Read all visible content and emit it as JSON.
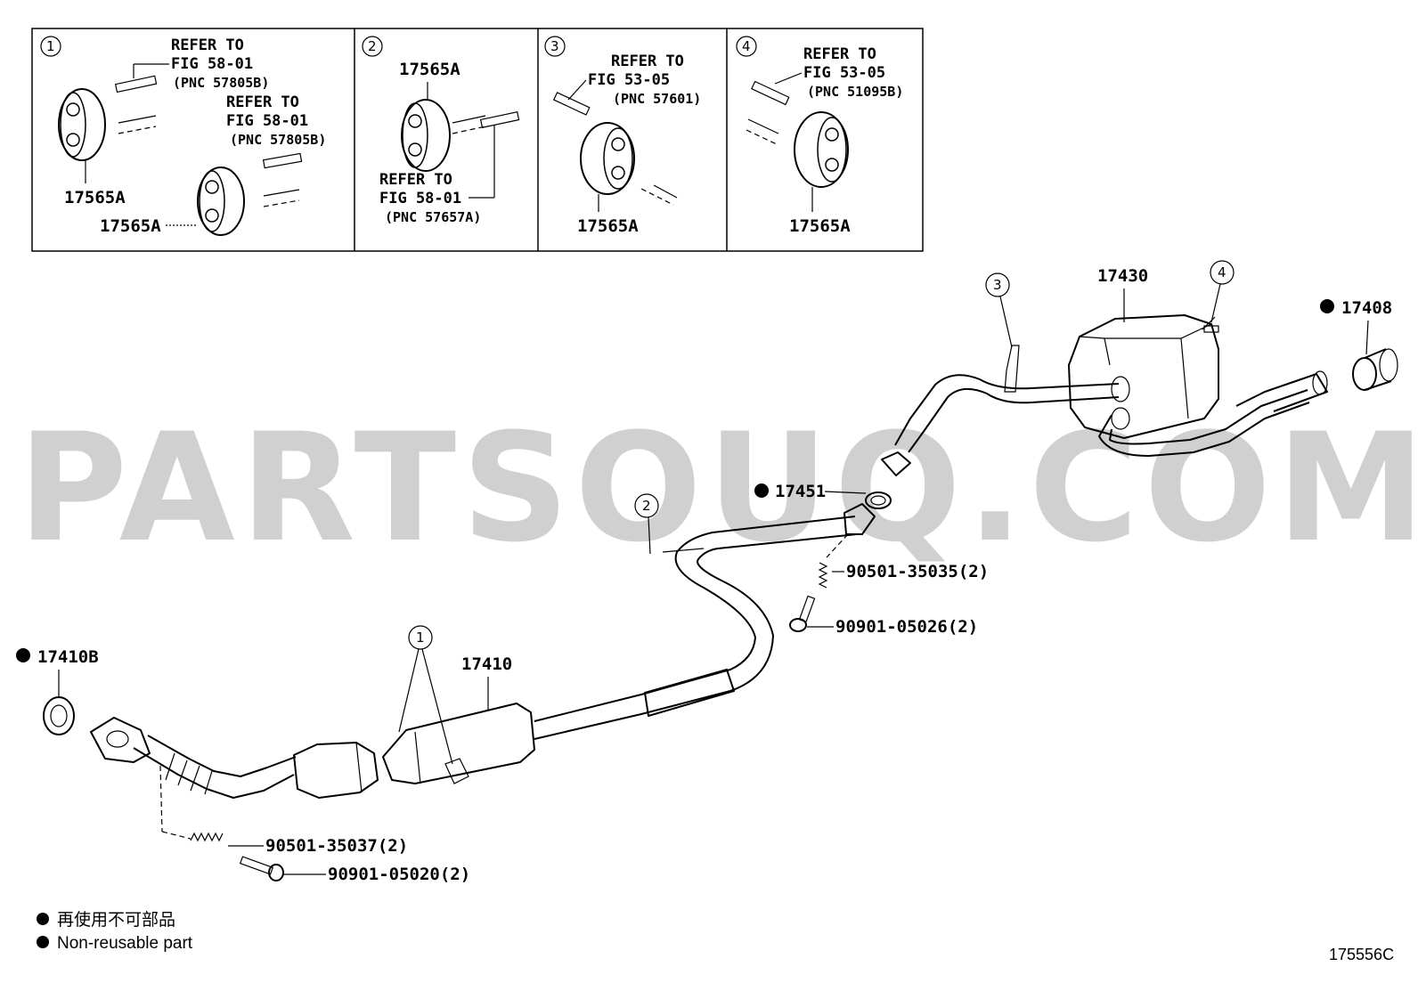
{
  "watermark": "PARTSOUQ.COM",
  "panels": [
    {
      "num": "1",
      "refs": [
        {
          "l1": "REFER TO",
          "l2": "FIG 58-01",
          "pnc": "(PNC 57805B)"
        },
        {
          "l1": "REFER TO",
          "l2": "FIG 58-01",
          "pnc": "(PNC 57805B)"
        }
      ],
      "parts": [
        "17565A",
        "17565A"
      ]
    },
    {
      "num": "2",
      "refs": [
        {
          "l1": "REFER TO",
          "l2": "FIG 58-01",
          "pnc": "(PNC 57657A)"
        }
      ],
      "parts": [
        "17565A"
      ]
    },
    {
      "num": "3",
      "refs": [
        {
          "l1": "REFER TO",
          "l2": "FIG 53-05",
          "pnc": "(PNC 57601)"
        }
      ],
      "parts": [
        "17565A"
      ]
    },
    {
      "num": "4",
      "refs": [
        {
          "l1": "REFER TO",
          "l2": "FIG 53-05",
          "pnc": "(PNC 51095B)"
        }
      ],
      "parts": [
        "17565A"
      ]
    }
  ],
  "callouts": {
    "c1": "1",
    "c2": "2",
    "c3": "3",
    "c4": "4"
  },
  "labels": {
    "p17430": "17430",
    "p17408": "17408",
    "p17451": "17451",
    "p17410": "17410",
    "p17410B": "17410B",
    "s90501_35035": "90501-35035(2)",
    "s90901_05026": "90901-05026(2)",
    "s90501_35037": "90501-35037(2)",
    "s90901_05020": "90901-05020(2)"
  },
  "legend": {
    "jp": "再使用不可部品",
    "en": "Non-reusable part"
  },
  "diagram_code": "175556C"
}
